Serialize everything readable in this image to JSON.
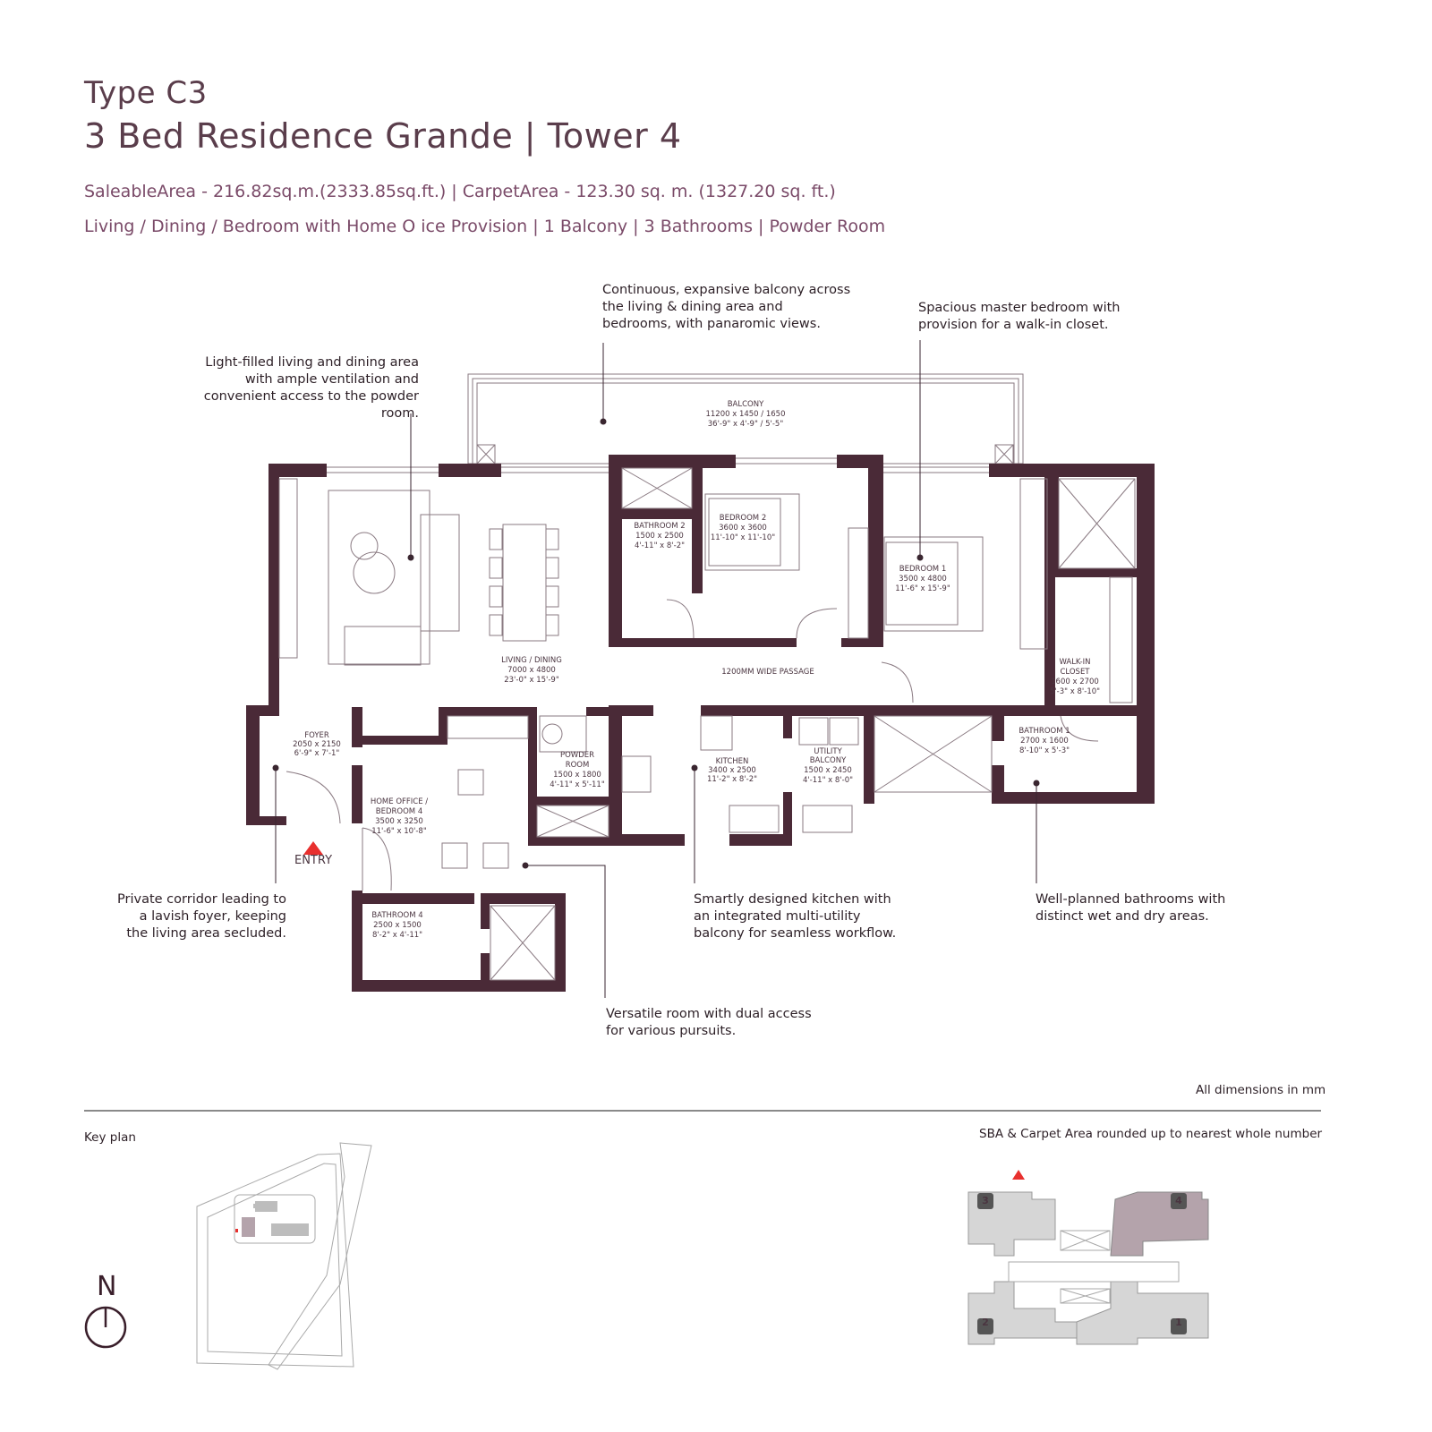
{
  "header": {
    "type": "Type C3",
    "title": "3 Bed Residence Grande | Tower 4",
    "area_line": "SaleableArea - 216.82sq.m.(2333.85sq.ft.) | CarpetArea - 123.30 sq. m. (1327.20 sq. ft.)",
    "features_line": "Living / Dining / Bedroom with Home O ice Provision | 1 Balcony | 3 Bathrooms | Powder Room"
  },
  "annotations": {
    "balcony": "Continuous, expansive balcony across the living & dining area and bedrooms, with panaromic views.",
    "master": "Spacious master bedroom with provision for a walk-in closet.",
    "living": "Light-filled living and dining area with ample ventilation and convenient access to the powder room.",
    "corridor": "Private corridor leading to a lavish foyer, keeping the living area secluded.",
    "kitchen": "Smartly designed kitchen with an integrated multi-utility balcony for seamless workflow.",
    "bathrooms": "Well-planned bathrooms with distinct wet and dry areas.",
    "office": "Versatile room with dual access for various pursuits."
  },
  "rooms": {
    "balcony": [
      "BALCONY",
      "11200 x 1450 / 1650",
      "36'-9\" x 4'-9\" / 5'-5\""
    ],
    "bathroom2": [
      "BATHROOM 2",
      "1500 x 2500",
      "4'-11\" x 8'-2\""
    ],
    "bedroom2": [
      "BEDROOM 2",
      "3600 x 3600",
      "11'-10\" x 11'-10\""
    ],
    "bedroom1": [
      "BEDROOM 1",
      "3500 x 4800",
      "11'-6\" x 15'-9\""
    ],
    "living": [
      "LIVING / DINING",
      "7000 x 4800",
      "23'-0\" x 15'-9\""
    ],
    "passage": "1200MM WIDE PASSAGE",
    "closet": [
      "WALK-IN",
      "CLOSET",
      "1600 x 2700",
      "5'-3\" x 8'-10\""
    ],
    "foyer": [
      "FOYER",
      "2050 x 2150",
      "6'-9\" x 7'-1\""
    ],
    "powder": [
      "POWDER",
      "ROOM",
      "1500 x 1800",
      "4'-11\" x 5'-11\""
    ],
    "kitchen": [
      "KITCHEN",
      "3400 x 2500",
      "11'-2\" x 8'-2\""
    ],
    "utility": [
      "UTILITY",
      "BALCONY",
      "1500 x 2450",
      "4'-11\" x 8'-0\""
    ],
    "bathroom1": [
      "BATHROOM 1",
      "2700 x 1600",
      "8'-10\" x 5'-3\""
    ],
    "office": [
      "HOME OFFICE /",
      "BEDROOM 4",
      "3500 x 3250",
      "11'-6\" x 10'-8\""
    ],
    "bathroom4": [
      "BATHROOM 4",
      "2500 x 1500",
      "8'-2\" x 4'-11\""
    ],
    "entry": "ENTRY"
  },
  "footer": {
    "dimensions_note": "All dimensions in mm",
    "key_plan_label": "Key plan",
    "rounding_note": "SBA & Carpet Area rounded up to nearest whole number",
    "north": "N",
    "towers": [
      "1",
      "2",
      "3",
      "4"
    ],
    "highlighted_tower": "4"
  },
  "colors": {
    "wall": "#4a2a37",
    "title": "#5a3d4b",
    "subtitle": "#7a4a68",
    "entry_marker": "#e8302e",
    "highlight_tower": "#b4a3ab",
    "other_towers": "#d6d6d6"
  }
}
